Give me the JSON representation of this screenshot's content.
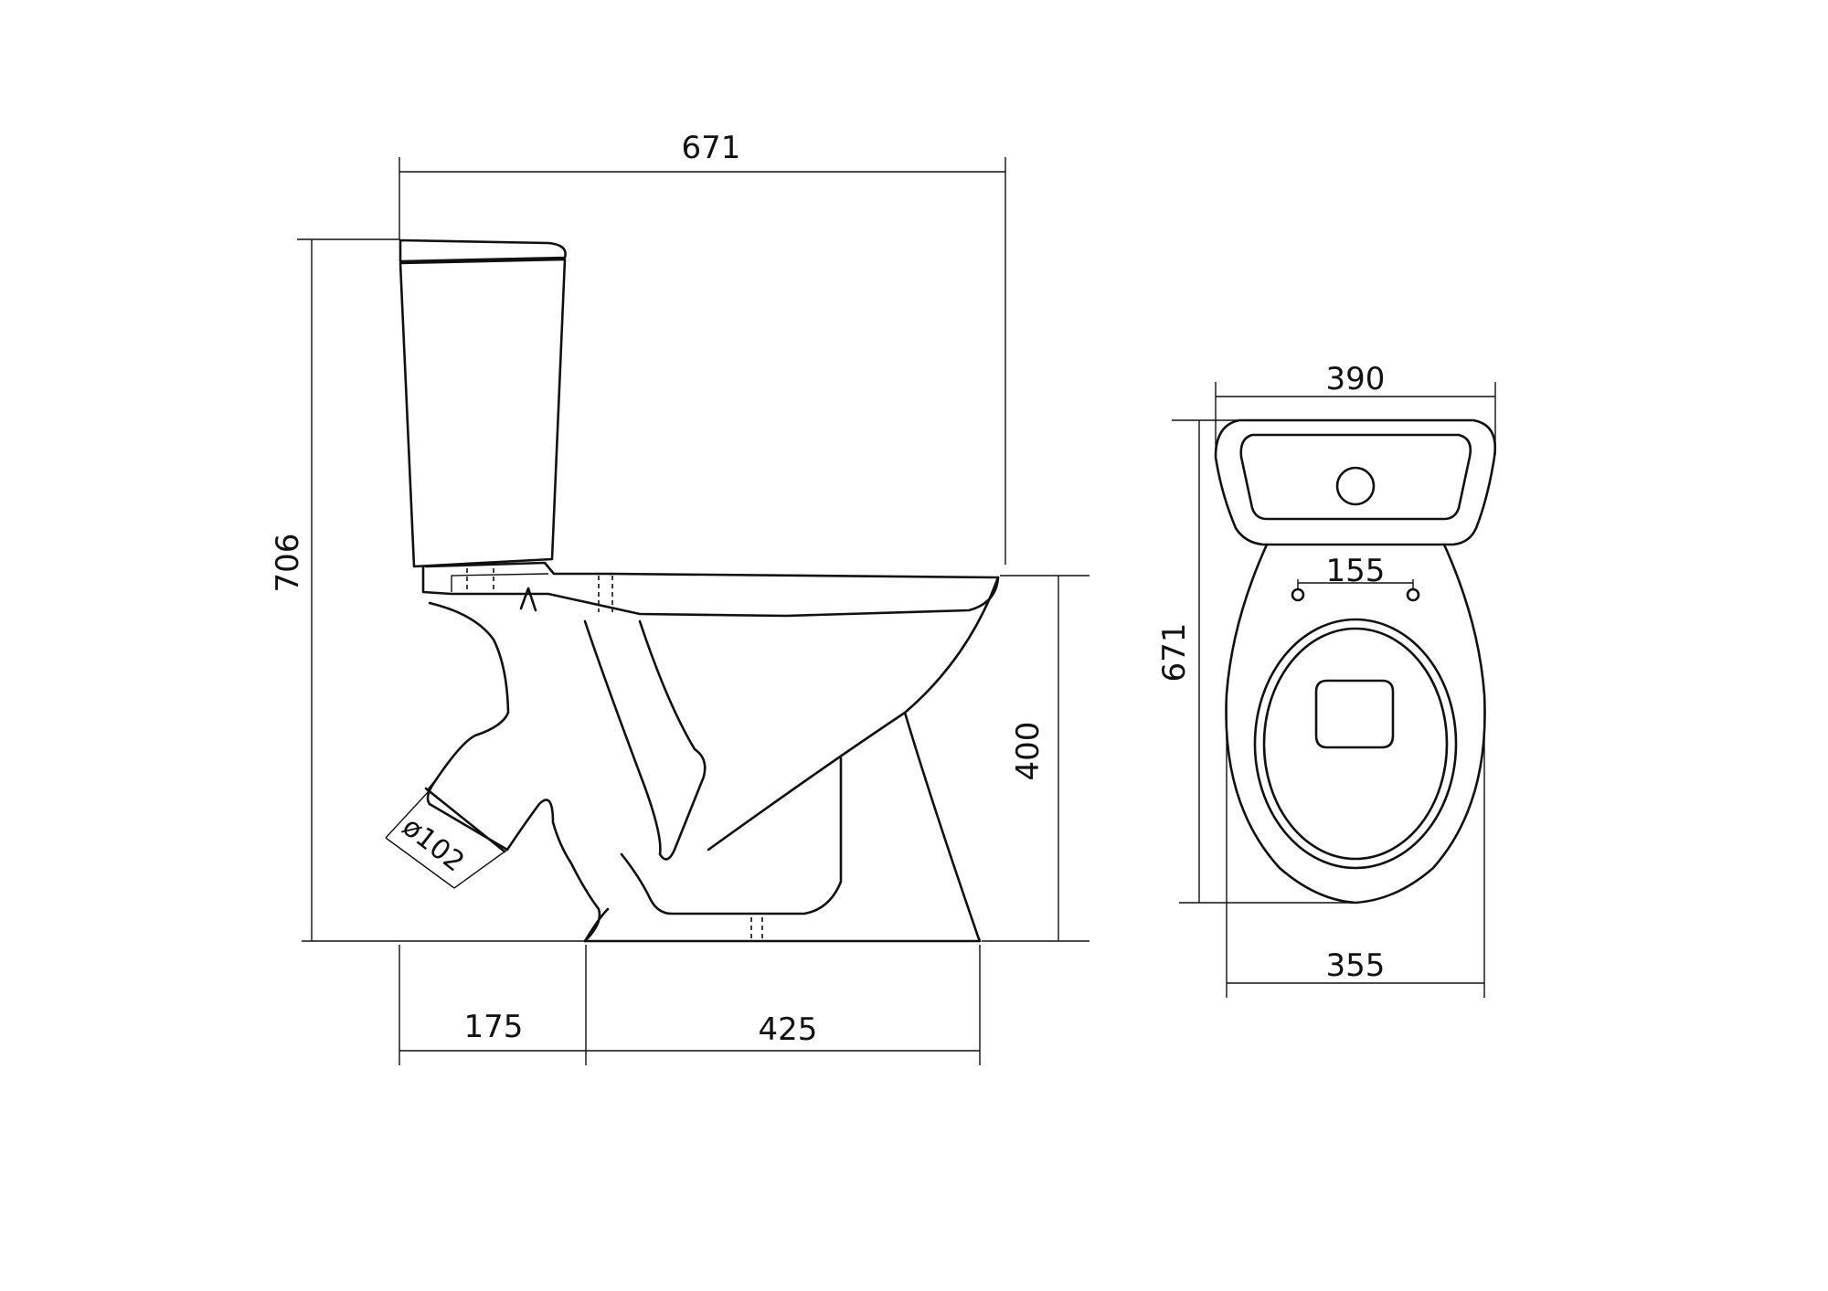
{
  "side_view": {
    "overall_width": "671",
    "overall_height": "706",
    "seat_height": "400",
    "outlet_offset": "175",
    "base_length": "425",
    "outlet_diameter": "ø102"
  },
  "top_view": {
    "tank_width": "390",
    "overall_length": "671",
    "hinge_spacing": "155",
    "bowl_width": "355"
  }
}
